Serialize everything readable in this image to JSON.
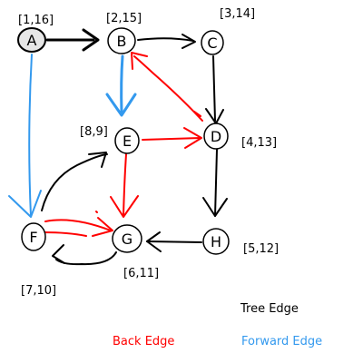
{
  "diagram": {
    "nodes": [
      {
        "id": "A",
        "label": "A",
        "interval": "[1,16]"
      },
      {
        "id": "B",
        "label": "B",
        "interval": "[2,15]"
      },
      {
        "id": "C",
        "label": "C",
        "interval": "[3,14]"
      },
      {
        "id": "D",
        "label": "D",
        "interval": "[4,13]"
      },
      {
        "id": "E",
        "label": "E",
        "interval": "[8,9]"
      },
      {
        "id": "F",
        "label": "F",
        "interval": "[7,10]"
      },
      {
        "id": "G",
        "label": "G",
        "interval": "[6,11]"
      },
      {
        "id": "H",
        "label": "H",
        "interval": "[5,12]"
      }
    ],
    "edges": [
      {
        "from": "A",
        "to": "B",
        "kind": "tree"
      },
      {
        "from": "B",
        "to": "C",
        "kind": "tree"
      },
      {
        "from": "C",
        "to": "D",
        "kind": "tree"
      },
      {
        "from": "D",
        "to": "H",
        "kind": "tree"
      },
      {
        "from": "H",
        "to": "G",
        "kind": "tree"
      },
      {
        "from": "G",
        "to": "F",
        "kind": "tree"
      },
      {
        "from": "F",
        "to": "E",
        "kind": "tree"
      },
      {
        "from": "D",
        "to": "B",
        "kind": "back"
      },
      {
        "from": "E",
        "to": "D",
        "kind": "back"
      },
      {
        "from": "E",
        "to": "G",
        "kind": "back"
      },
      {
        "from": "F",
        "to": "G",
        "kind": "back"
      },
      {
        "from": "A",
        "to": "F",
        "kind": "forward"
      },
      {
        "from": "B",
        "to": "E",
        "kind": "forward"
      }
    ]
  },
  "legend": {
    "tree": "Tree Edge",
    "back": "Back Edge",
    "forward": "Forward Edge"
  },
  "colors": {
    "tree": "#000000",
    "back": "#ff0000",
    "forward": "#3399ee",
    "node_fill": "#ffffff",
    "node_fill_A": "#e6e6e6"
  }
}
